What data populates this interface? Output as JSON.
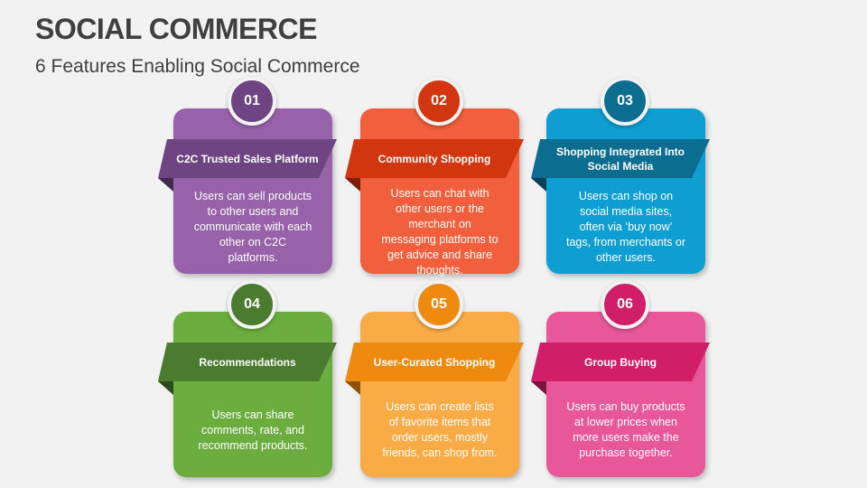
{
  "header": {
    "title": "SOCIAL COMMERCE",
    "subtitle": "6 Features Enabling Social Commerce"
  },
  "features": [
    {
      "number": "01",
      "title": "C2C Trusted Sales Platform",
      "description": "Users can sell products to other users and communicate with each other on C2C platforms.",
      "card_color": "#9762AA",
      "accent_color": "#6E4582"
    },
    {
      "number": "02",
      "title": "Community Shopping",
      "description": "Users can chat with other users or the merchant on messaging platforms to get advice and share thoughts.",
      "card_color": "#F15F3C",
      "accent_color": "#D2360F"
    },
    {
      "number": "03",
      "title": "Shopping Integrated Into Social Media",
      "description": "Users can shop on social media sites, often via ‘buy now’ tags, from merchants or other users.",
      "card_color": "#0E9ED2",
      "accent_color": "#0B6D8F"
    },
    {
      "number": "04",
      "title": "Recommendations",
      "description": "Users can share comments, rate, and recommend products.",
      "card_color": "#6BAE3F",
      "accent_color": "#4A7B2E"
    },
    {
      "number": "05",
      "title": "User-Curated Shopping",
      "description": "Users can create lists of favorite items that order users, mostly friends, can shop from.",
      "card_color": "#F9AC45",
      "accent_color": "#EE8A0E"
    },
    {
      "number": "06",
      "title": "Group Buying",
      "description": "Users can buy products at lower prices when more users make the purchase together.",
      "card_color": "#E8579A",
      "accent_color": "#D11F67"
    }
  ]
}
